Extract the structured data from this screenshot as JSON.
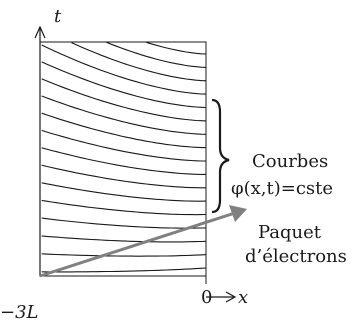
{
  "axes": {
    "t_label": "t",
    "x_label": "x",
    "origin_left_label": "−3L",
    "origin_right_label": "0"
  },
  "annotations": {
    "courbes_title": "Courbes",
    "courbes_equation": "φ(x,t)=cste",
    "paquet_line1": "Paquet",
    "paquet_line2": "d’électrons"
  },
  "colors": {
    "ink": "#1a1a1a",
    "arrow": "#808080"
  },
  "icons": {
    "brace": "right-curly-brace"
  }
}
